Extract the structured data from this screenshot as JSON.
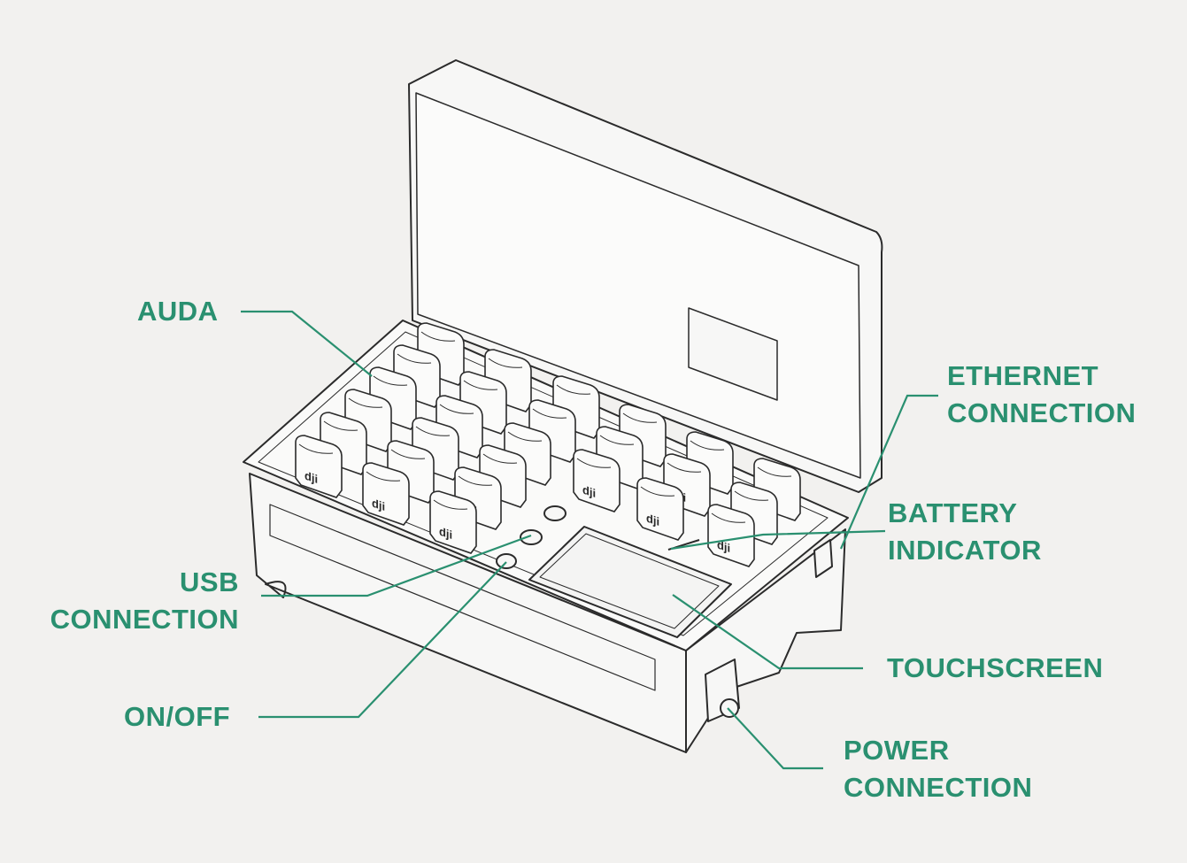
{
  "colors": {
    "accent": "#2a9070",
    "background": "#f2f1ef",
    "line_art": "#2b2b2b"
  },
  "labels": {
    "auda": "AUDA",
    "ethernet": [
      "ETHERNET",
      "CONNECTION"
    ],
    "battery": [
      "BATTERY",
      "INDICATOR"
    ],
    "touchscreen": "TOUCHSCREEN",
    "power": [
      "POWER",
      "CONNECTION"
    ],
    "usb": [
      "USB",
      "CONNECTION"
    ],
    "onoff": "ON/OFF"
  },
  "battery_logo": "dji"
}
